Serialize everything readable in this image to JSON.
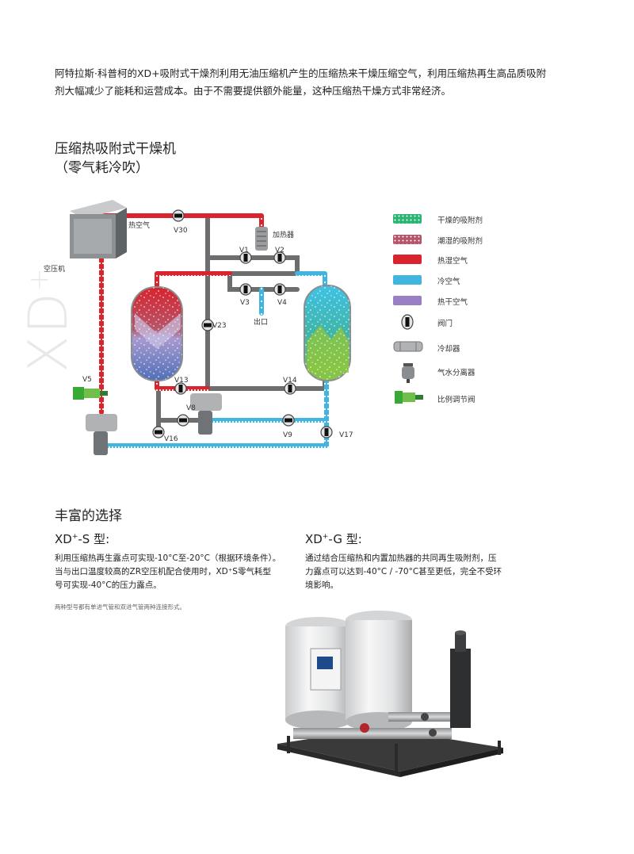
{
  "intro": {
    "line1": "阿特拉斯·科普柯的XD+吸附式干燥剂利用无油压缩机产生的压缩热来干燥压缩空气，利用压缩热再生高品质吸附",
    "line2": "剂大幅减少了能耗和运营成本。由于不需要提供额外能量，这种压缩热干燥方式非常经济。"
  },
  "diagram": {
    "title_line1": "压缩热吸附式干燥机",
    "title_line2": "（零气耗冷吹）",
    "side_watermark": "XD",
    "side_watermark_sup": "+",
    "labels": {
      "compressor": "空压机",
      "hot_air": "热空气",
      "heater": "加热器",
      "outlet": "出口",
      "V30": "V30",
      "V1": "V1",
      "V2": "V2",
      "V3": "V3",
      "V4": "V4",
      "V23": "V23",
      "V5": "V5",
      "V13": "V13",
      "V14": "V14",
      "V8": "V8",
      "V9": "V9",
      "V16": "V16",
      "V17": "V17"
    },
    "colors": {
      "hot_wet_air": "#d9232d",
      "cool_air": "#3fb5e0",
      "hot_dry_air": "#9b7fc4",
      "pipe_grey": "#6d6e70",
      "dry_desiccant": "#2bb673",
      "wet_desiccant": "#b5566a"
    }
  },
  "legend": [
    {
      "key": "dry-desiccant",
      "label": "干燥的吸附剂"
    },
    {
      "key": "wet-desiccant",
      "label": "潮湿的吸附剂"
    },
    {
      "key": "hot-wet-air",
      "label": "热湿空气"
    },
    {
      "key": "cool-air",
      "label": "冷空气"
    },
    {
      "key": "hot-dry-air",
      "label": "热干空气"
    },
    {
      "key": "valve",
      "label": "阀门"
    },
    {
      "key": "cooler",
      "label": "冷却器"
    },
    {
      "key": "separator",
      "label": "气水分离器"
    },
    {
      "key": "proportional-valve",
      "label": "比例调节阀"
    }
  ],
  "options": {
    "title": "丰富的选择",
    "s_model": {
      "title_prefix": "XD",
      "title_sup": "+",
      "title_suffix": "-S 型:",
      "line1": "利用压缩热再生露点可实现-10°C至-20°C（根据环境条件）。",
      "line2": "当与出口温度较高的ZR空压机配合使用时，XD⁺S零气耗型",
      "line3": "号可实现-40°C的压力露点。"
    },
    "g_model": {
      "title_prefix": "XD",
      "title_sup": "+",
      "title_suffix": "-G 型:",
      "line1": "通过结合压缩热和内置加热器的共同再生吸附剂，压",
      "line2": "力露点可以达到-40°C / -70°C甚至更低，完全不受环",
      "line3": "境影响。"
    },
    "note": "两种型号都有单进气管和双进气管两种连接形式。"
  }
}
